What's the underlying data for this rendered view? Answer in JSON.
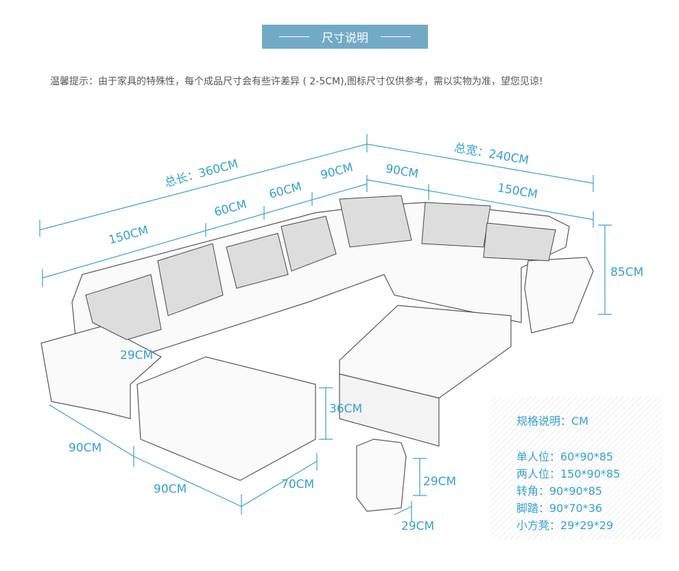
{
  "header": {
    "title": "尺寸说明"
  },
  "notice": "温馨提示：由于家具的特殊性，每个成品尺寸会有些许差异 ( 2-5CM),图标尺寸仅供参考，需以实物为准，望您见谅!",
  "dimensions": {
    "total_length": "总长：360CM",
    "total_width": "总宽：240CM",
    "seg_150_left": "150CM",
    "seg_60_a": "60CM",
    "seg_60_b": "60CM",
    "seg_90_left": "90CM",
    "seg_90_right": "90CM",
    "seg_150_right": "150CM",
    "height": "85CM",
    "armrest": "29CM",
    "footrest_height": "36CM",
    "chaise_depth": "90CM",
    "chaise_width": "90CM",
    "footrest_depth": "70CM",
    "stool_height": "29CM",
    "stool_width": "29CM"
  },
  "spec": {
    "title": "规格说明：CM",
    "items": [
      "单人位：60*90*85",
      "两人位：150*90*85",
      "转角：90*90*85",
      "脚踏：90*70*36",
      "小方凳：29*29*29"
    ]
  },
  "colors": {
    "accent": "#35a0d2",
    "title_bg": "#72aac6"
  }
}
